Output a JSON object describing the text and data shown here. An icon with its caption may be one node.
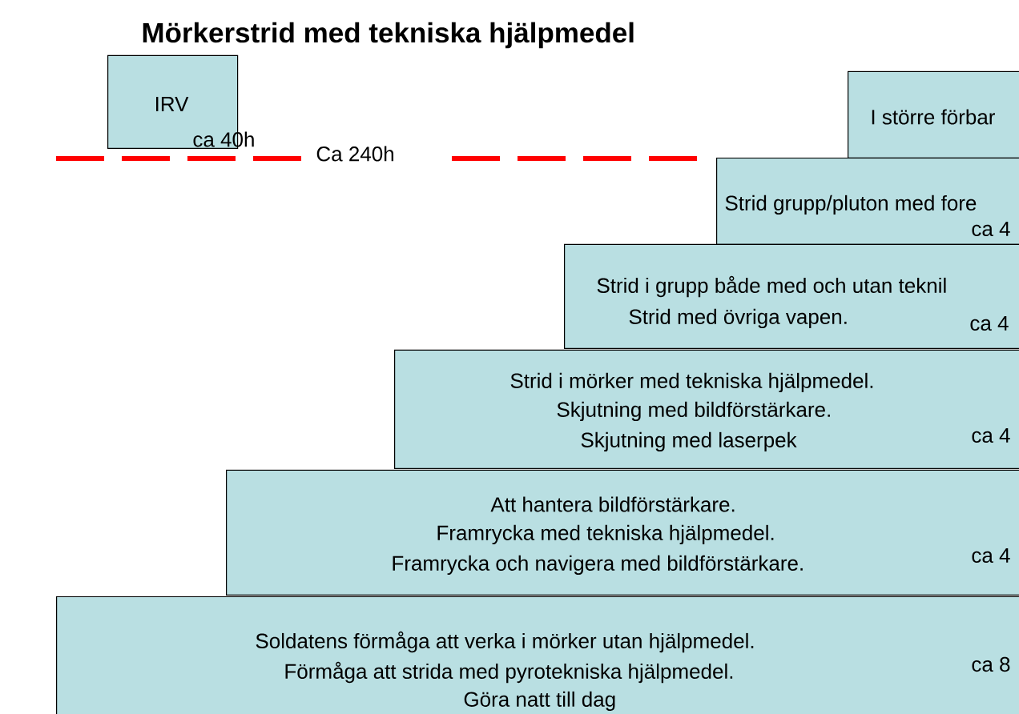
{
  "diagram": {
    "title": "Mörkerstrid med tekniska hjälpmedel",
    "nodes": [
      {
        "text": [
          "IRV",
          "ca 40h"
        ]
      },
      {
        "text": [
          "I större förbar"
        ]
      },
      {
        "text": [
          "Strid grupp/pluton med fore",
          "ca 4"
        ]
      },
      {
        "text": [
          "Strid i grupp både med och utan teknil",
          "Strid med övriga vapen.",
          "ca 4"
        ]
      },
      {
        "text": [
          "Strid i mörker med tekniska hjälpmedel.",
          "Skjutning med bildförstärkare.",
          "Skjutning med laserpek",
          "ca 4"
        ]
      },
      {
        "text": [
          "Att hantera bildförstärkare.",
          "Framrycka med tekniska hjälpmedel.",
          "Framrycka och navigera med bildförstärkare.",
          "ca 4"
        ]
      },
      {
        "text": [
          "Soldatens förmåga att verka i mörker utan hjälpmedel.",
          "Förmåga att strida med pyrotekniska hjälpmedel.",
          "Göra natt till dag",
          "ca 8"
        ]
      }
    ],
    "labels": [
      "Ca 240h"
    ]
  }
}
